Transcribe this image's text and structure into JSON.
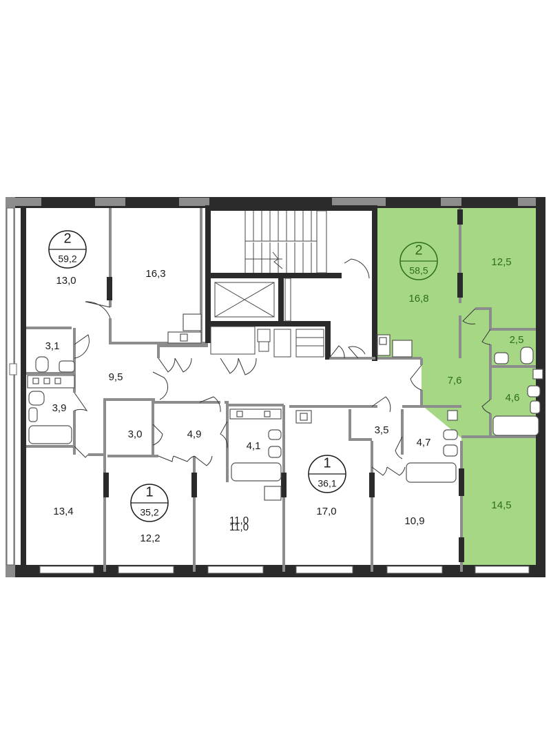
{
  "colors": {
    "highlight": "#a6d785",
    "highlight_text": "#2a6e1e",
    "text": "#1a1a1a"
  },
  "units": [
    {
      "id": "u-left-2",
      "rooms": "2",
      "area": "59,2"
    },
    {
      "id": "u-right-2",
      "rooms": "2",
      "area": "58,5",
      "highlighted": true
    },
    {
      "id": "u-mid-1a",
      "rooms": "1",
      "area": "35,2"
    },
    {
      "id": "u-mid-1b",
      "rooms": "1",
      "area": "36,1"
    }
  ],
  "rooms": {
    "r13_0": "13,0",
    "r16_3": "16,3",
    "r3_1": "3,1",
    "r9_5": "9,5",
    "r3_9": "3,9",
    "r13_4": "13,4",
    "r3_0": "3,0",
    "r4_9": "4,9",
    "r12_2": "12,2",
    "r4_1": "4,1",
    "r11_0a": "11,0",
    "r11_0b": "11,0",
    "r17_0": "17,0",
    "r3_5": "3,5",
    "r4_7": "4,7",
    "r10_9": "10,9",
    "r16_8": "16,8",
    "r12_5": "12,5",
    "r2_5": "2,5",
    "r7_6": "7,6",
    "r4_6": "4,6",
    "r14_5": "14,5"
  }
}
